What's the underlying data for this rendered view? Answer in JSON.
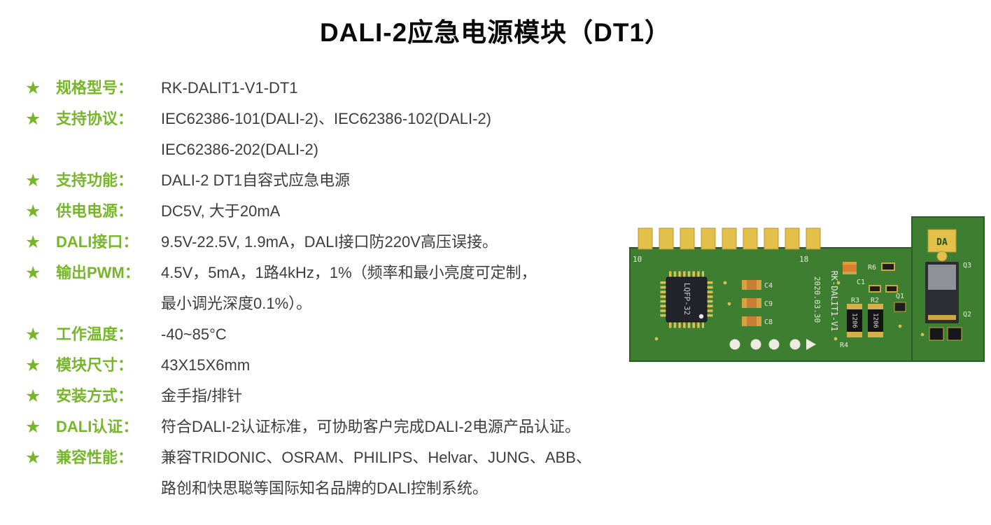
{
  "page": {
    "title": "DALI-2应急电源模块（DT1）"
  },
  "icons": {
    "star": "★"
  },
  "specs": [
    {
      "label": "规格型号：",
      "lines": [
        "RK-DALIT1-V1-DT1"
      ]
    },
    {
      "label": "支持协议：",
      "lines": [
        "IEC62386-101(DALI-2)、IEC62386-102(DALI-2)",
        "IEC62386-202(DALI-2)"
      ]
    },
    {
      "label": "支持功能：",
      "lines": [
        "DALI-2 DT1自容式应急电源"
      ]
    },
    {
      "label": "供电电源：",
      "lines": [
        "DC5V, 大于20mA"
      ]
    },
    {
      "label": "DALI接口：",
      "lines": [
        "9.5V-22.5V, 1.9mA，DALI接口防220V高压误接。"
      ]
    },
    {
      "label": "输出PWM：",
      "lines": [
        "4.5V，5mA，1路4kHz，1%（频率和最小亮度可定制，",
        "最小调光深度0.1%）。"
      ]
    },
    {
      "label": "工作温度：",
      "lines": [
        "-40~85°C"
      ]
    },
    {
      "label": "模块尺寸：",
      "lines": [
        "43X15X6mm"
      ]
    },
    {
      "label": "安装方式：",
      "lines": [
        "金手指/排针"
      ]
    },
    {
      "label": "DALI认证：",
      "lines": [
        "符合DALI-2认证标准，可协助客户完成DALI-2电源产品认证。"
      ]
    },
    {
      "label": "兼容性能：",
      "lines": [
        "兼容TRIDONIC、OSRAM、PHILIPS、Helvar、JUNG、ABB、",
        "路创和快思聪等国际知名品牌的DALI控制系统。"
      ]
    }
  ],
  "colors": {
    "accent_green": "#76b72a",
    "pcb_green": "#3e7e31",
    "pad_gold": "#e3c049"
  },
  "pcb": {
    "pin_number_left": "10",
    "pin_number_right": "18",
    "chip_label": "LQFP-32",
    "date_code": "2020.03.30",
    "model_silkscreen": "RK-DALIT1-V1",
    "refs": {
      "c4": "C4",
      "c9": "C9",
      "c8": "C8",
      "c1": "C1",
      "r6": "R6",
      "r3": "R3",
      "r2": "R2",
      "r4": "R4",
      "q1": "Q1",
      "q2": "Q2",
      "q3": "Q3",
      "da": "DA",
      "pkg1206": "1206"
    }
  }
}
